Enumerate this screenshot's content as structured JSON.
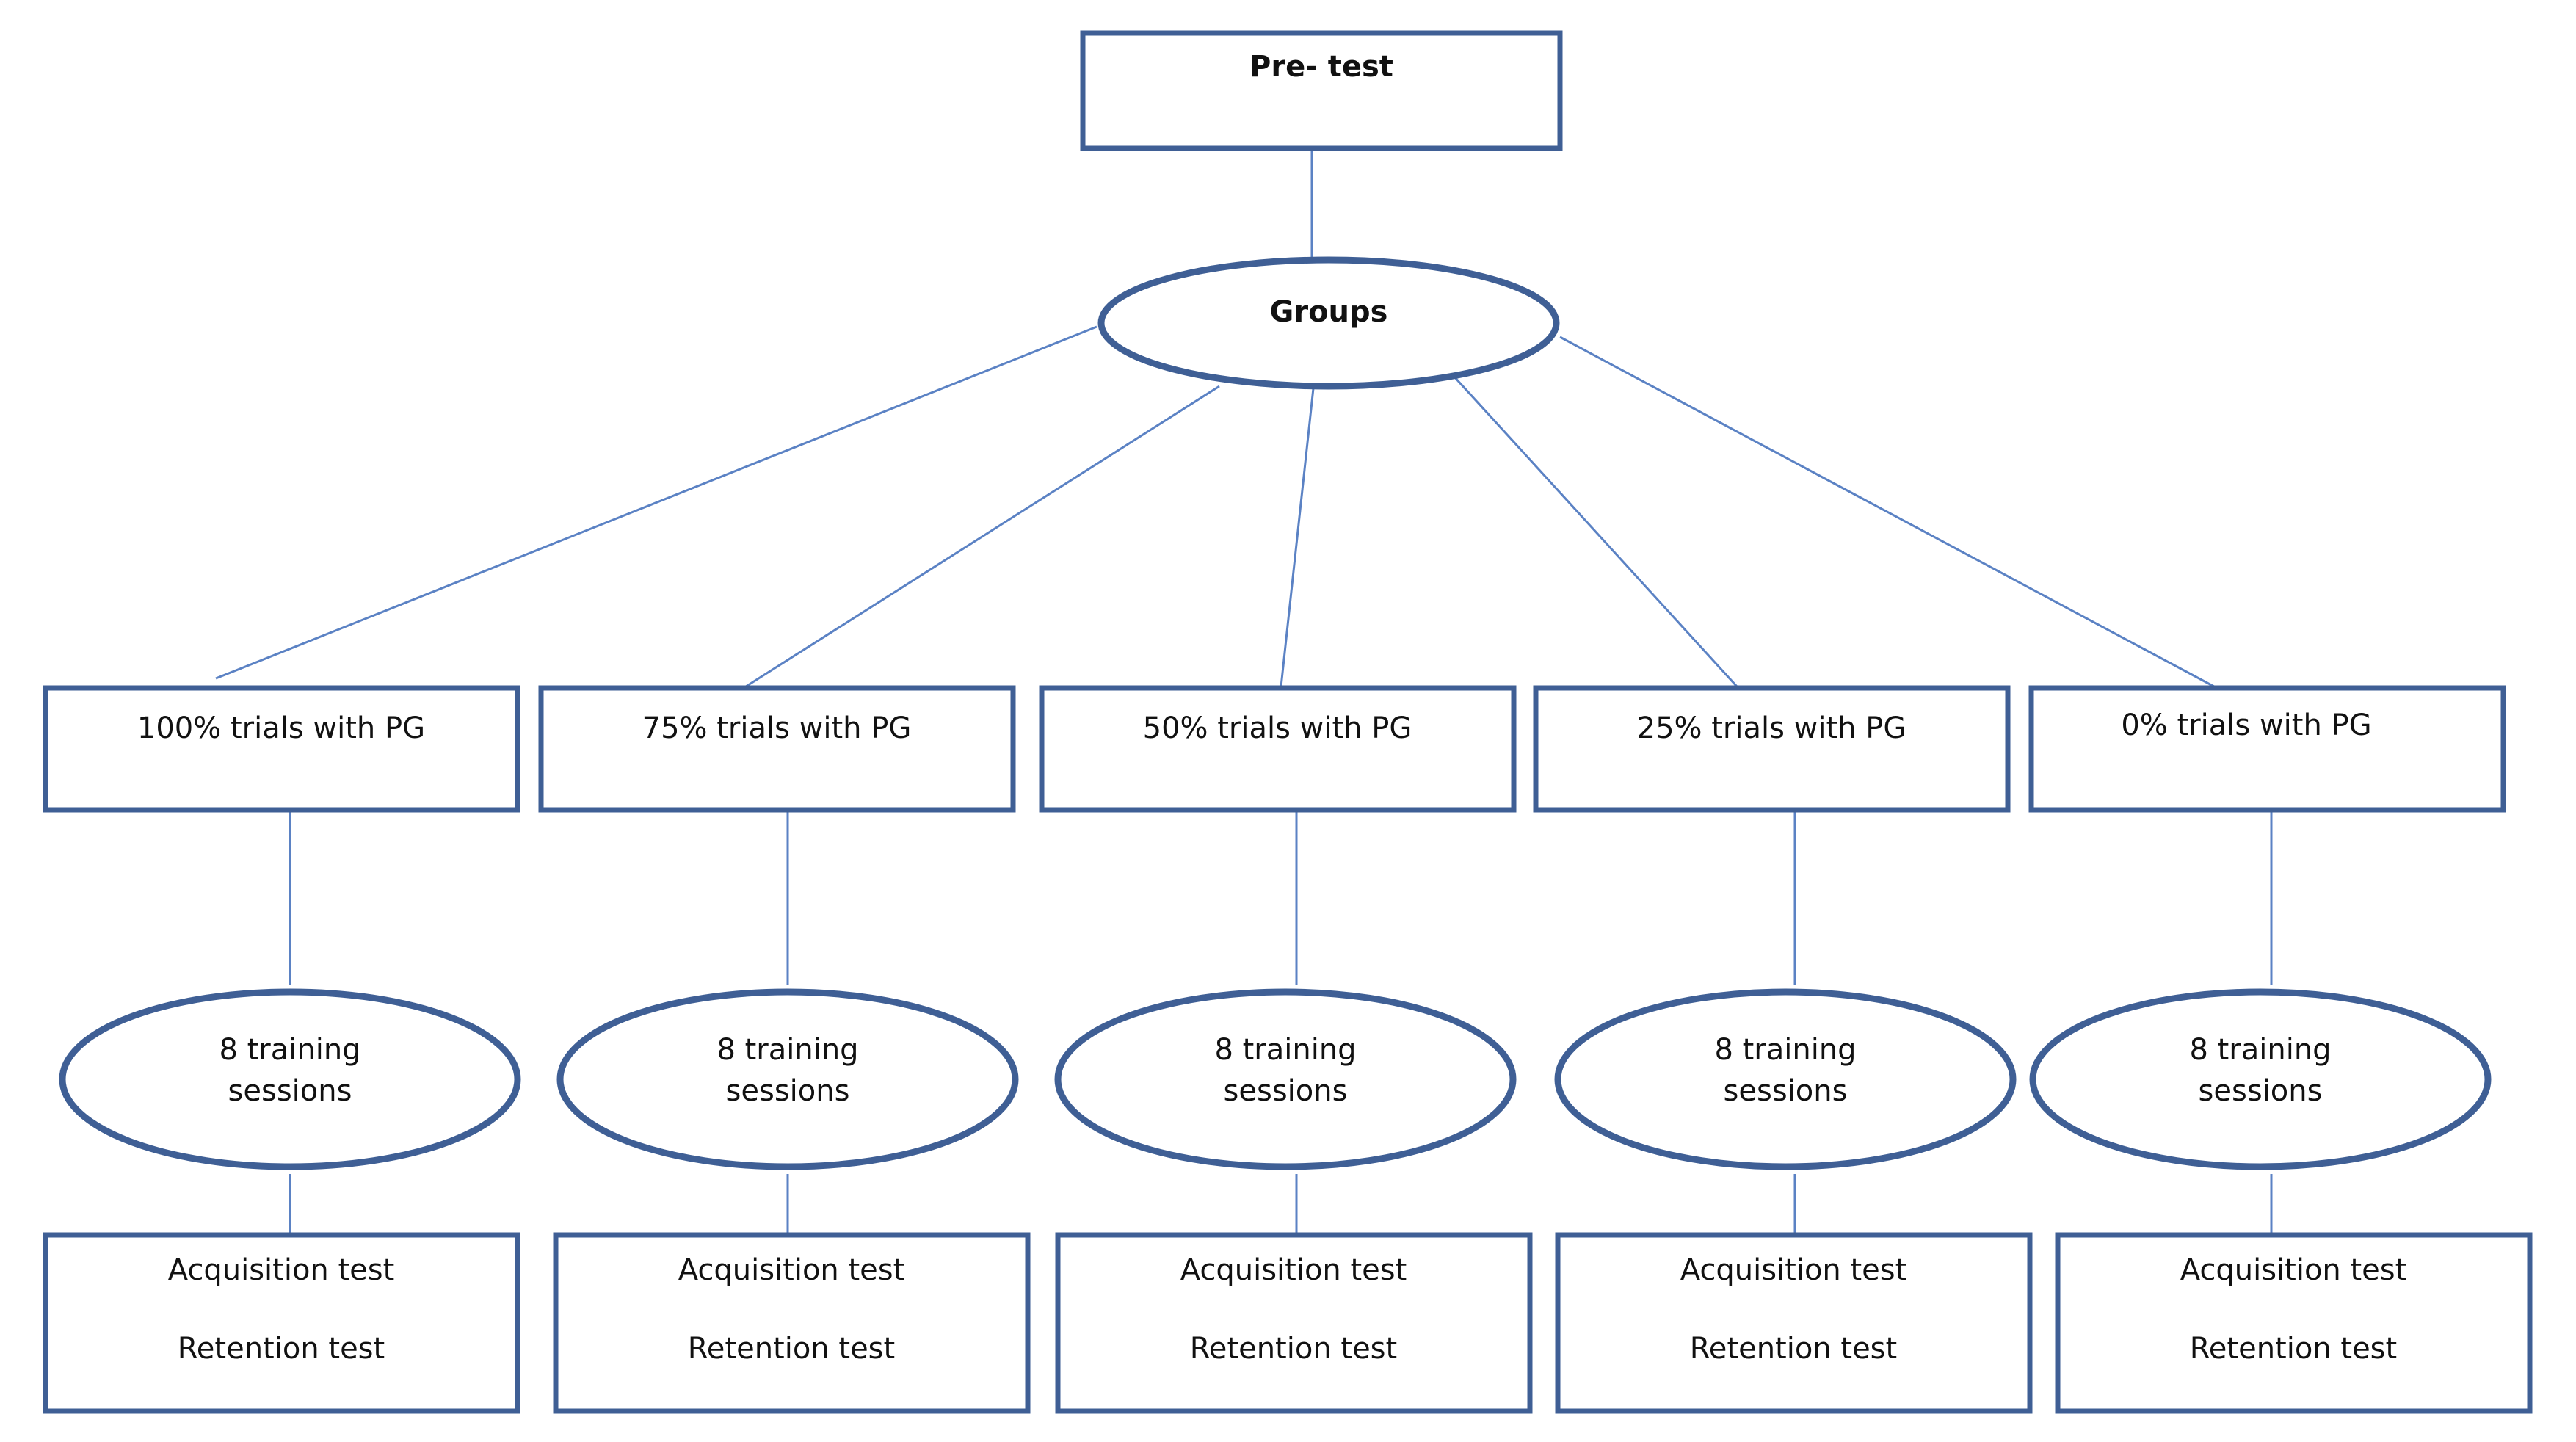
{
  "colors": {
    "box_border": "#3f5f95",
    "connector": "#5b82c4",
    "text": "#111111",
    "background": "#ffffff"
  },
  "pretest": {
    "label": "Pre- test"
  },
  "groups_node": {
    "label": "Groups"
  },
  "branches": [
    {
      "group_label": "100% trials with PG",
      "training_line1": "8 training",
      "training_line2": "sessions",
      "test_line1": "Acquisition test",
      "test_line2": "Retention test"
    },
    {
      "group_label": "75% trials with PG",
      "training_line1": "8 training",
      "training_line2": "sessions",
      "test_line1": "Acquisition test",
      "test_line2": "Retention test"
    },
    {
      "group_label": "50% trials with PG",
      "training_line1": "8 training",
      "training_line2": "sessions",
      "test_line1": "Acquisition test",
      "test_line2": "Retention test"
    },
    {
      "group_label": "25% trials with PG",
      "training_line1": "8 training",
      "training_line2": "sessions",
      "test_line1": "Acquisition test",
      "test_line2": "Retention test"
    },
    {
      "group_label": "0% trials with PG",
      "training_line1": "8 training",
      "training_line2": "sessions",
      "test_line1": "Acquisition test",
      "test_line2": "Retention test"
    }
  ]
}
